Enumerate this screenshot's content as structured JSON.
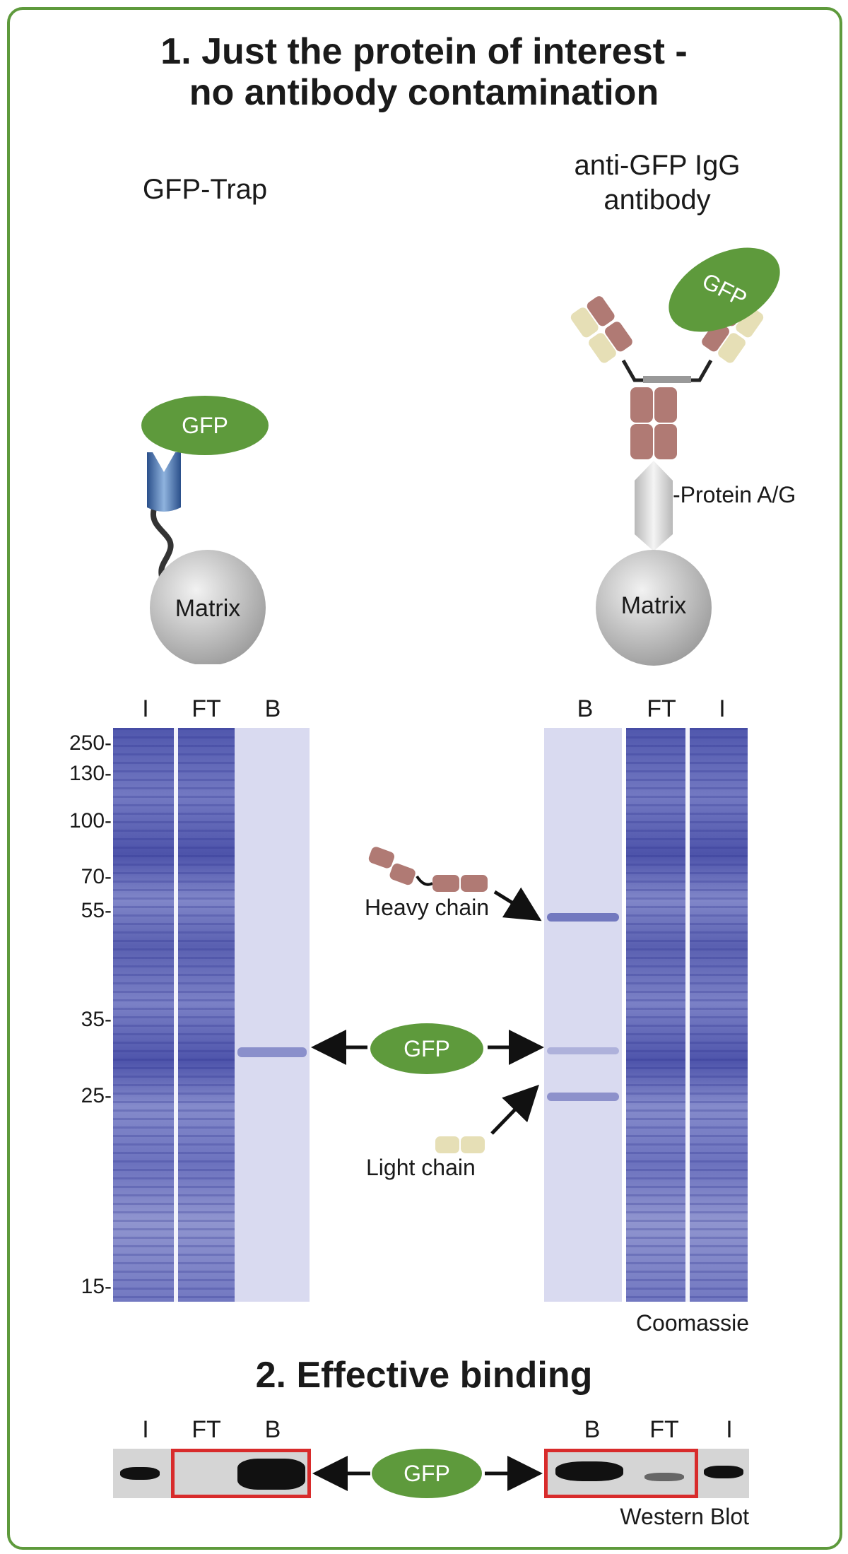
{
  "titles": {
    "section1": "1. Just the protein of interest - no antibody contamination",
    "section1_line1": "1. Just the protein of interest -",
    "section1_line2": "no antibody contamination",
    "section2": "2. Effective binding"
  },
  "left": {
    "heading": "GFP-Trap",
    "gfp": "GFP",
    "matrix": "Matrix"
  },
  "right": {
    "heading_line1": "anti-GFP IgG",
    "heading_line2": "antibody",
    "gfp": "GFP",
    "protein_ag": "-Protein A/G",
    "matrix": "Matrix"
  },
  "gel": {
    "left_lanes": [
      "I",
      "FT",
      "B"
    ],
    "right_lanes": [
      "B",
      "FT",
      "I"
    ],
    "markers": [
      "250-",
      "130-",
      "100-",
      "70-",
      "55-",
      "35-",
      "25-",
      "15-"
    ],
    "heavy_chain": "Heavy chain",
    "light_chain": "Light chain",
    "center_gfp": "GFP",
    "stain": "Coomassie"
  },
  "blot": {
    "left_lanes": [
      "I",
      "FT",
      "B"
    ],
    "right_lanes": [
      "B",
      "FT",
      "I"
    ],
    "center_gfp": "GFP",
    "method": "Western Blot"
  },
  "colors": {
    "frame_green": "#5e9a3c",
    "gfp_green": "#5e9a3c",
    "heavy_chain": "#b07a74",
    "light_chain": "#e6dfb6",
    "gel_blue": "#5057ad",
    "highlight_red": "#d82b2b"
  }
}
